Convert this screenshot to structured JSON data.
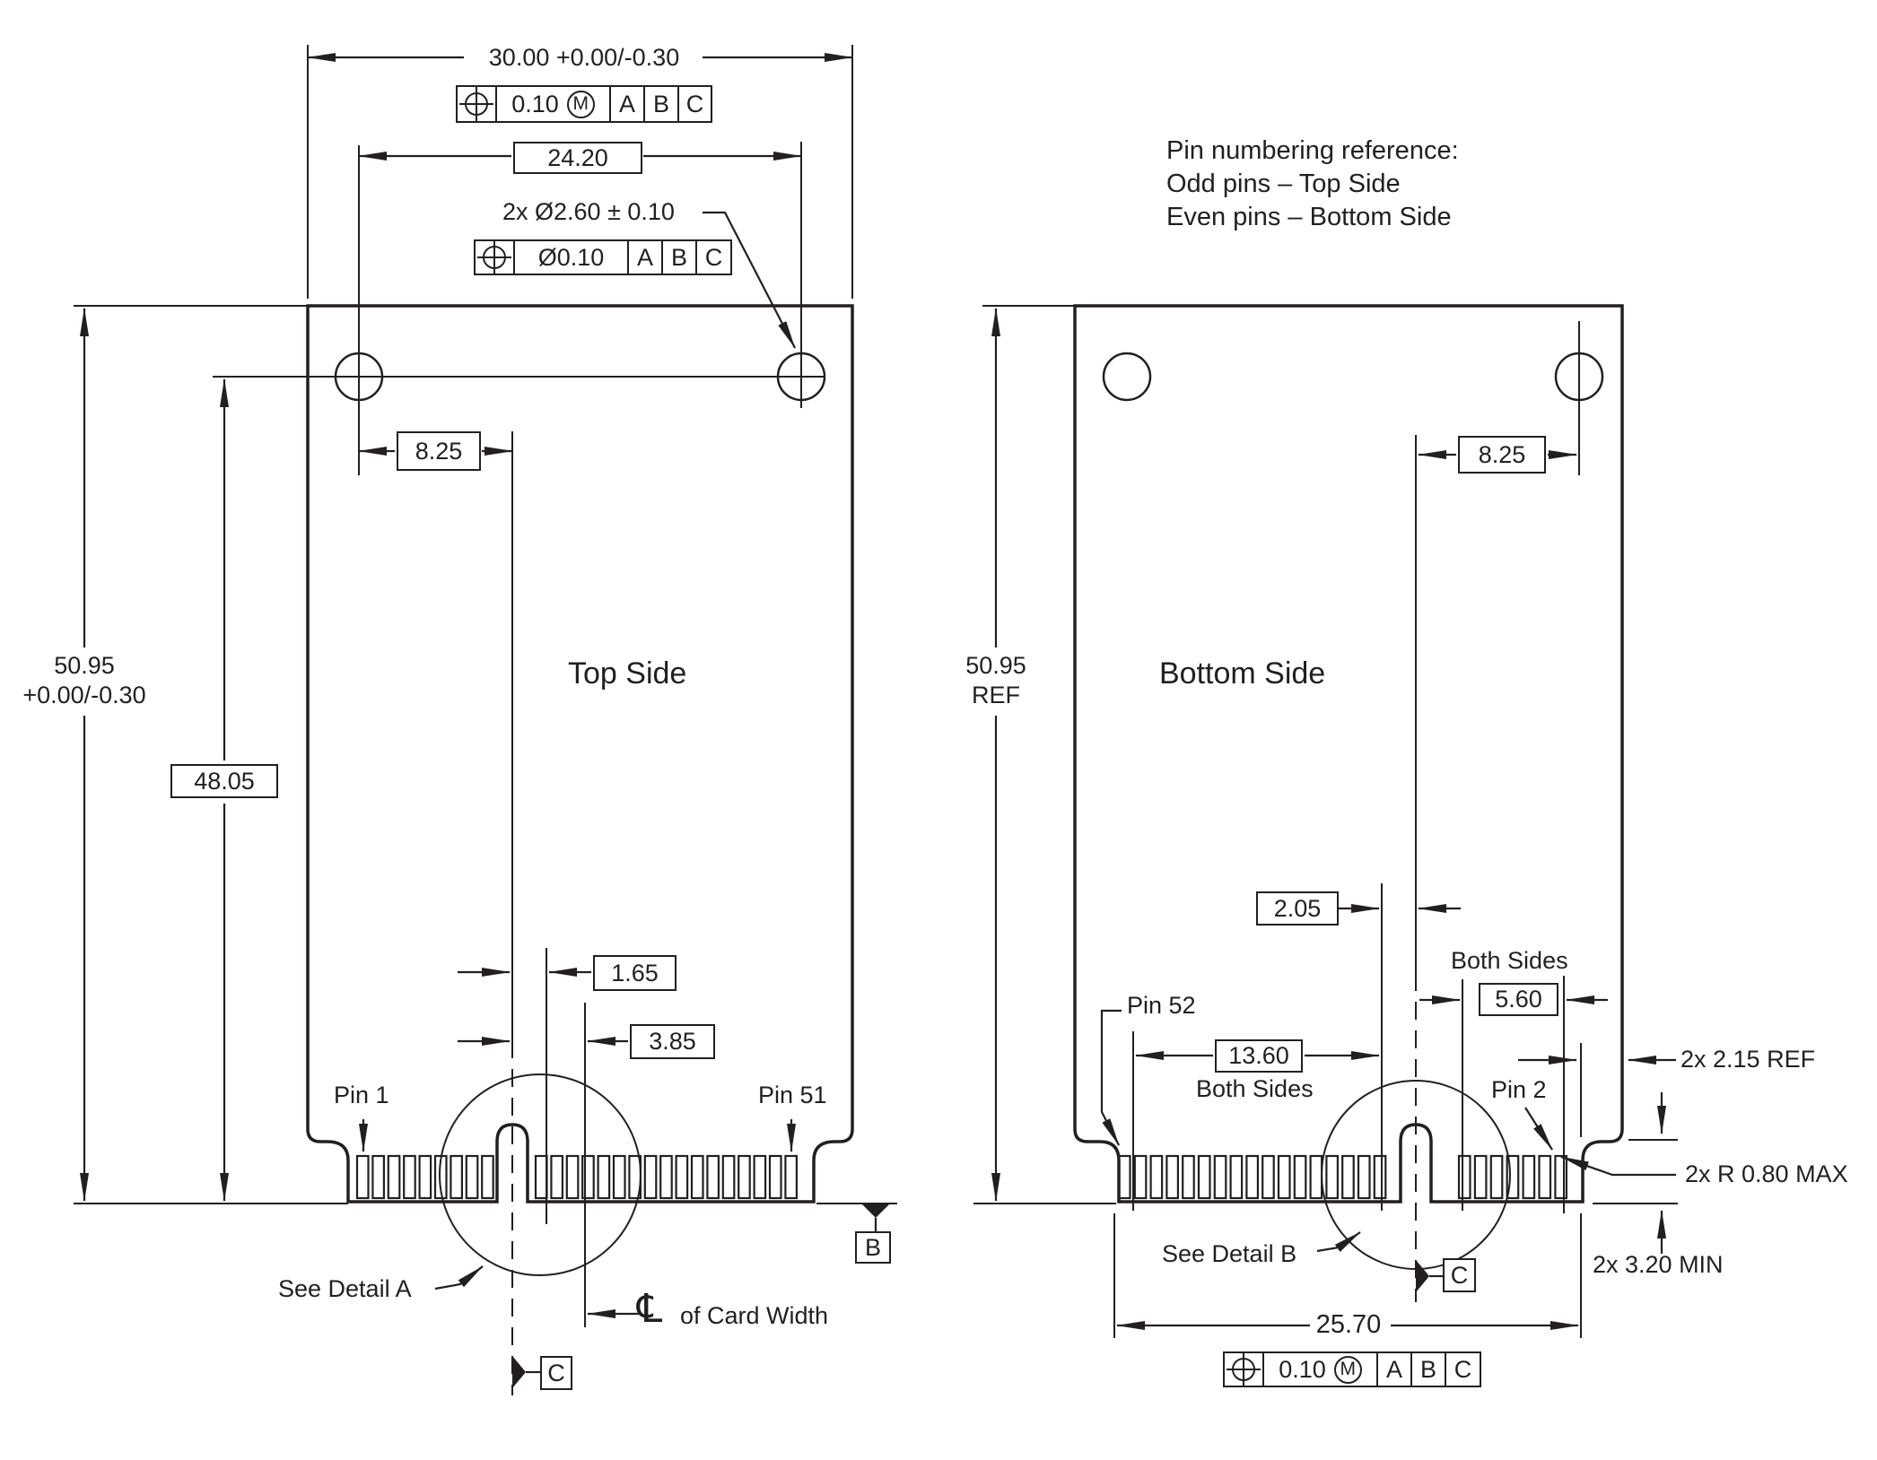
{
  "note": {
    "line1": "Pin numbering reference:",
    "line2": "Odd pins – Top Side",
    "line3": "Even pins  – Bottom Side"
  },
  "top_view": {
    "title": "Top Side",
    "dim_card_width": "30.00 +0.00/-0.30",
    "dim_hole_span": "24.20",
    "hole_callout": "2x Ø2.60 ± 0.10",
    "dim_card_height": "50.95",
    "dim_card_height_tol": "+0.00/-0.30",
    "dim_hole_to_bottom": "48.05",
    "dim_hole_to_key": "8.25",
    "dim_key_to_pin_edge": "1.65",
    "dim_key_to_centerline": "3.85",
    "pin1": "Pin 1",
    "pin51": "Pin 51",
    "see_detail": "See Detail A",
    "centerline_symbol": "℄",
    "centerline_text": "of Card Width"
  },
  "bottom_view": {
    "title": "Bottom Side",
    "dim_card_height": "50.95",
    "dim_card_height_ref": "REF",
    "dim_hole_to_key": "8.25",
    "dim_key_to_pad": "2.05",
    "both_sides_a": "Both Sides",
    "dim_pad_group_right": "5.60",
    "dim_pad_group_left": "13.60",
    "both_sides_b": "Both Sides",
    "pin52": "Pin 52",
    "pin2": "Pin 2",
    "see_detail": "See Detail B",
    "ref_edge_clearance": "2x 2.15 REF",
    "corner_radius": "2x R 0.80 MAX",
    "pad_length_min": "2x 3.20 MIN",
    "dim_connector_width": "25.70"
  },
  "fcf_card_width": {
    "tol": "0.10",
    "modifier": "M",
    "d1": "A",
    "d2": "B",
    "d3": "C"
  },
  "fcf_holes": {
    "tol": "Ø0.10",
    "d1": "A",
    "d2": "B",
    "d3": "C"
  },
  "fcf_connector": {
    "tol": "0.10",
    "modifier": "M",
    "d1": "A",
    "d2": "B",
    "d3": "C"
  },
  "datums": {
    "b": "B",
    "c": "C"
  },
  "colors": {
    "ink": "#231f20",
    "background": "#ffffff"
  }
}
